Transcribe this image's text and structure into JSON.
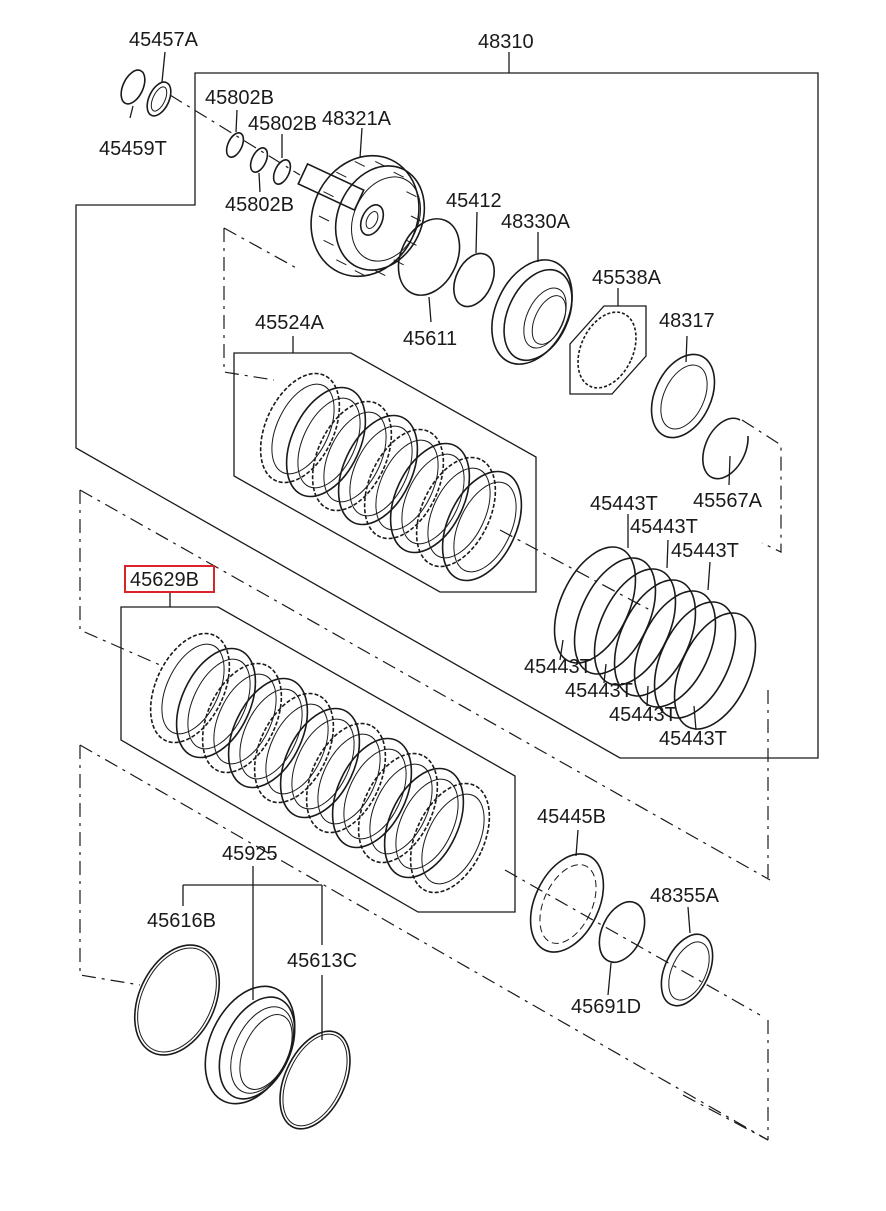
{
  "labels": {
    "p45457A": "45457A",
    "p45459T": "45459T",
    "p48310": "48310",
    "p45802B_1": "45802B",
    "p45802B_2": "45802B",
    "p45802B_3": "45802B",
    "p48321A": "48321A",
    "p45412": "45412",
    "p48330A": "48330A",
    "p45611": "45611",
    "p45538A": "45538A",
    "p48317": "48317",
    "p45524A": "45524A",
    "p45567A": "45567A",
    "p45443T_1": "45443T",
    "p45443T_2": "45443T",
    "p45443T_3": "45443T",
    "p45443T_4": "45443T",
    "p45443T_5": "45443T",
    "p45443T_6": "45443T",
    "p45443T_7": "45443T",
    "p45629B": "45629B",
    "p45445B": "45445B",
    "p48355A": "48355A",
    "p45925": "45925",
    "p45616B": "45616B",
    "p45613C": "45613C",
    "p45691D": "45691D"
  },
  "highlight": {
    "part": "45629B",
    "color": "#d9252a"
  }
}
